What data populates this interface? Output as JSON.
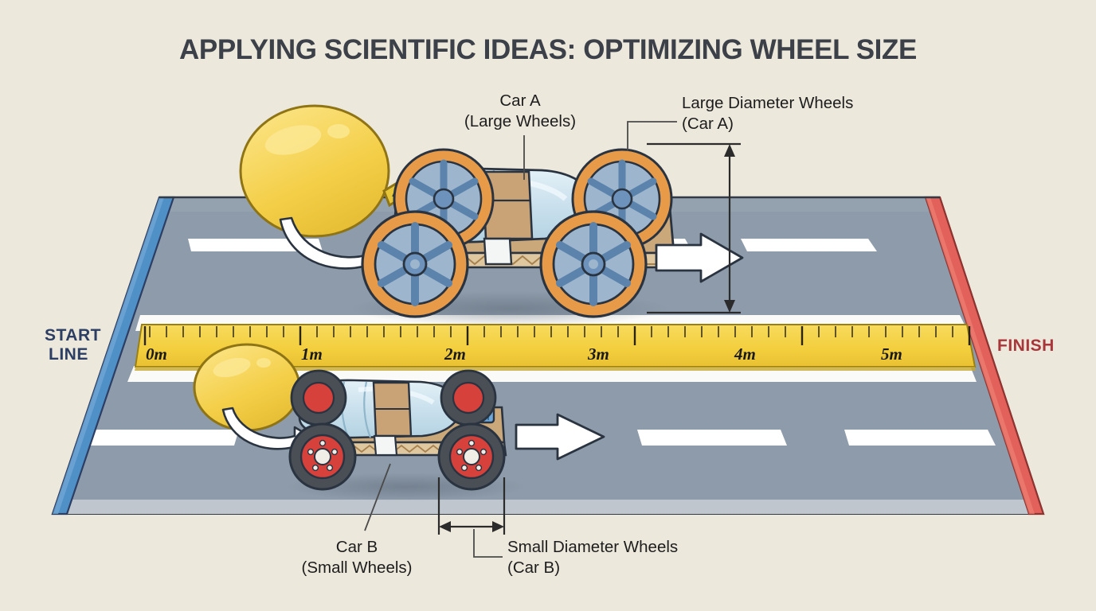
{
  "page": {
    "title": "APPLYING SCIENTIFIC IDEAS: OPTIMIZING WHEEL SIZE",
    "background_color": "#EDE8DC"
  },
  "track": {
    "start_label_line1": "START",
    "start_label_line2": "LINE",
    "finish_label": "FINISH",
    "start_color": "#4F90C6",
    "finish_color": "#E2615A",
    "asphalt_color": "#8D9BAA",
    "lane_marking_color": "#FFFFFF"
  },
  "ruler": {
    "ticks": [
      "0m",
      "1m",
      "2m",
      "3m",
      "4m",
      "5m"
    ],
    "body_color": "#F5D246",
    "edge_color": "#A98A14"
  },
  "cars": [
    {
      "id": "car-a",
      "label_line1": "Car A",
      "label_line2": "(Large Wheels)",
      "tire_color": "#E79B48",
      "hub_color": "#6D93BC",
      "balloon_color": "#F5D453",
      "wheel_size": "large"
    },
    {
      "id": "car-b",
      "label_line1": "Car B",
      "label_line2": "(Small Wheels)",
      "tire_color": "#4A4F56",
      "hub_color": "#D6413C",
      "balloon_color": "#F5D453",
      "wheel_size": "small"
    }
  ],
  "annotations": [
    {
      "id": "large-diameter",
      "line1": "Large Diameter Wheels",
      "line2": "(Car A)"
    },
    {
      "id": "small-diameter",
      "line1": "Small Diameter Wheels",
      "line2": "(Car B)"
    }
  ]
}
